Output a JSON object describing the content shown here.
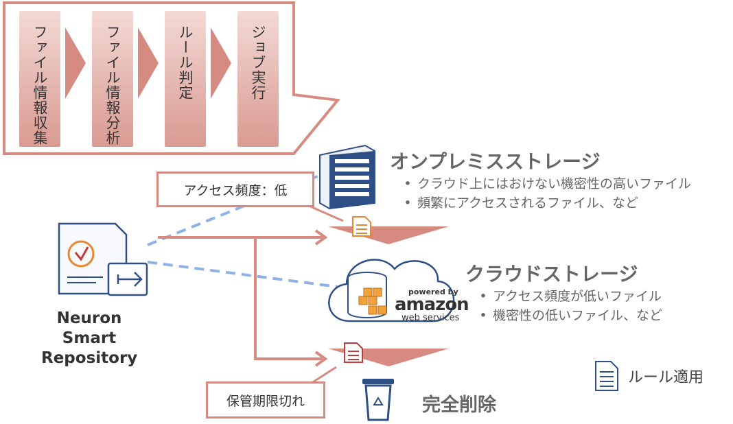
{
  "process_steps": [
    "ファイル情報収集",
    "ファイル情報分析",
    "ルール判定",
    "ジョブ実行"
  ],
  "labels": {
    "access_low": "アクセス頻度：低",
    "retention_expired": "保管期限切れ"
  },
  "repository": {
    "name_lines": [
      "Neuron",
      "Smart",
      "Repository"
    ]
  },
  "onprem": {
    "heading": "オンプレミスストレージ",
    "bullets": [
      "クラウド上にはおけない機密性の高いファイル",
      "頻繁にアクセスされるファイル、など"
    ]
  },
  "cloud": {
    "heading": "クラウドストレージ",
    "bullets": [
      "アクセス頻度が低いファイル",
      "機密性の低いファイル、など"
    ],
    "aws_logo": {
      "powered_by": "powered by",
      "brand": "amazon",
      "sub": "web services"
    }
  },
  "delete": {
    "heading": "完全削除"
  },
  "legend": {
    "text": "ルール適用",
    "icon": "document-icon"
  },
  "colors": {
    "accent": "#d78a80",
    "dashed_line": "#8fb2e6",
    "server_blue": "#2e4f86"
  }
}
